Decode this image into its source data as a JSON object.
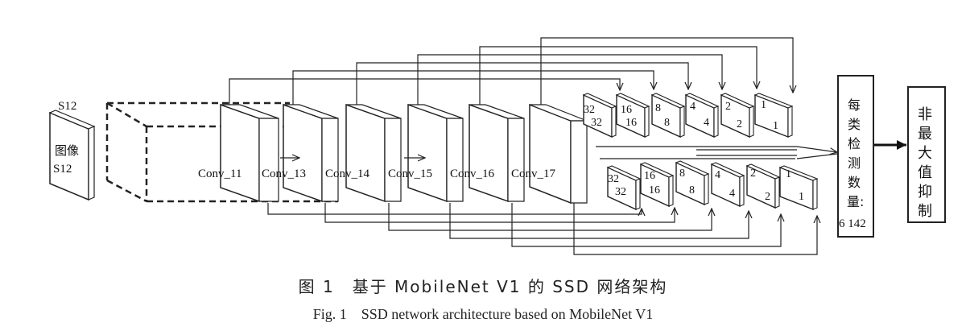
{
  "input": {
    "size_label": "S12",
    "face_line1": "图像",
    "face_line2": "S12"
  },
  "conv_layers": [
    "Conv_11",
    "Conv_13",
    "Conv_14",
    "Conv_15",
    "Conv_16",
    "Conv_17"
  ],
  "top_maps": [
    {
      "a": "32",
      "b": "32"
    },
    {
      "a": "16",
      "b": "16"
    },
    {
      "a": "8",
      "b": "8"
    },
    {
      "a": "4",
      "b": "4"
    },
    {
      "a": "2",
      "b": "2"
    },
    {
      "a": "1",
      "b": "1"
    }
  ],
  "bottom_maps": [
    {
      "a": "32",
      "b": "32"
    },
    {
      "a": "16",
      "b": "16"
    },
    {
      "a": "8",
      "b": "8"
    },
    {
      "a": "4",
      "b": "4"
    },
    {
      "a": "2",
      "b": "2"
    },
    {
      "a": "1",
      "b": "1"
    }
  ],
  "detection_box": {
    "chars": [
      "每",
      "类",
      "检",
      "测",
      "数",
      "量:"
    ],
    "count": "6 142"
  },
  "nms_box": {
    "chars": [
      "非",
      "最",
      "大",
      "值",
      "抑",
      "制"
    ]
  },
  "caption": {
    "cn": "图 1　基于 MobileNet V1 的 SSD 网络架构",
    "en": "Fig. 1　SSD network architecture based on MobileNet V1"
  }
}
